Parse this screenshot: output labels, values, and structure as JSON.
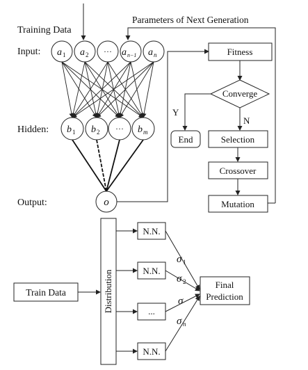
{
  "nn": {
    "training_data": "Training Data",
    "params_next_gen": "Parameters of Next Generation",
    "input_label": "Input:",
    "hidden_label": "Hidden:",
    "output_label": "Output:",
    "input_nodes": [
      {
        "base": "a",
        "sub": "1"
      },
      {
        "base": "a",
        "sub": "2"
      },
      {
        "base": "···",
        "sub": ""
      },
      {
        "base": "a",
        "sub": "n−1"
      },
      {
        "base": "a",
        "sub": "n"
      }
    ],
    "hidden_nodes": [
      {
        "base": "b",
        "sub": "1"
      },
      {
        "base": "b",
        "sub": "2"
      },
      {
        "base": "···",
        "sub": ""
      },
      {
        "base": "b",
        "sub": "m"
      }
    ],
    "output_node": "o"
  },
  "ga": {
    "fitness": "Fitness",
    "converge": "Converge",
    "yes": "Y",
    "no": "N",
    "end": "End",
    "selection": "Selection",
    "crossover": "Crossover",
    "mutation": "Mutation"
  },
  "ensemble": {
    "train_data": "Train Data",
    "distribution": "Distribution",
    "nn_boxes": [
      "N.N.",
      "N.N.",
      "...",
      "N.N."
    ],
    "final_line1": "Final",
    "final_line2": "Prediction",
    "weights": [
      {
        "base": "σ",
        "sub": "1"
      },
      {
        "base": "σ",
        "sub": "2"
      },
      {
        "base": "σ",
        "sub": ""
      },
      {
        "base": "σ",
        "sub": "n"
      }
    ]
  }
}
